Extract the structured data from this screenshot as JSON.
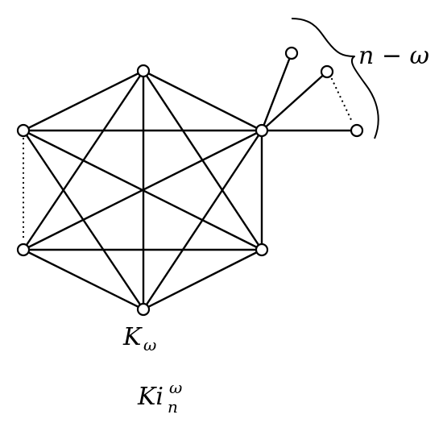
{
  "labels": {
    "clique": {
      "base": "K",
      "sub": "ω"
    },
    "leaf_count": "n − ω",
    "graph_name": {
      "base": "Ki",
      "sup": "ω",
      "sub": "n"
    }
  },
  "colors": {
    "stroke": "#000000",
    "vertex_fill": "#ffffff",
    "background": "#ffffff"
  }
}
